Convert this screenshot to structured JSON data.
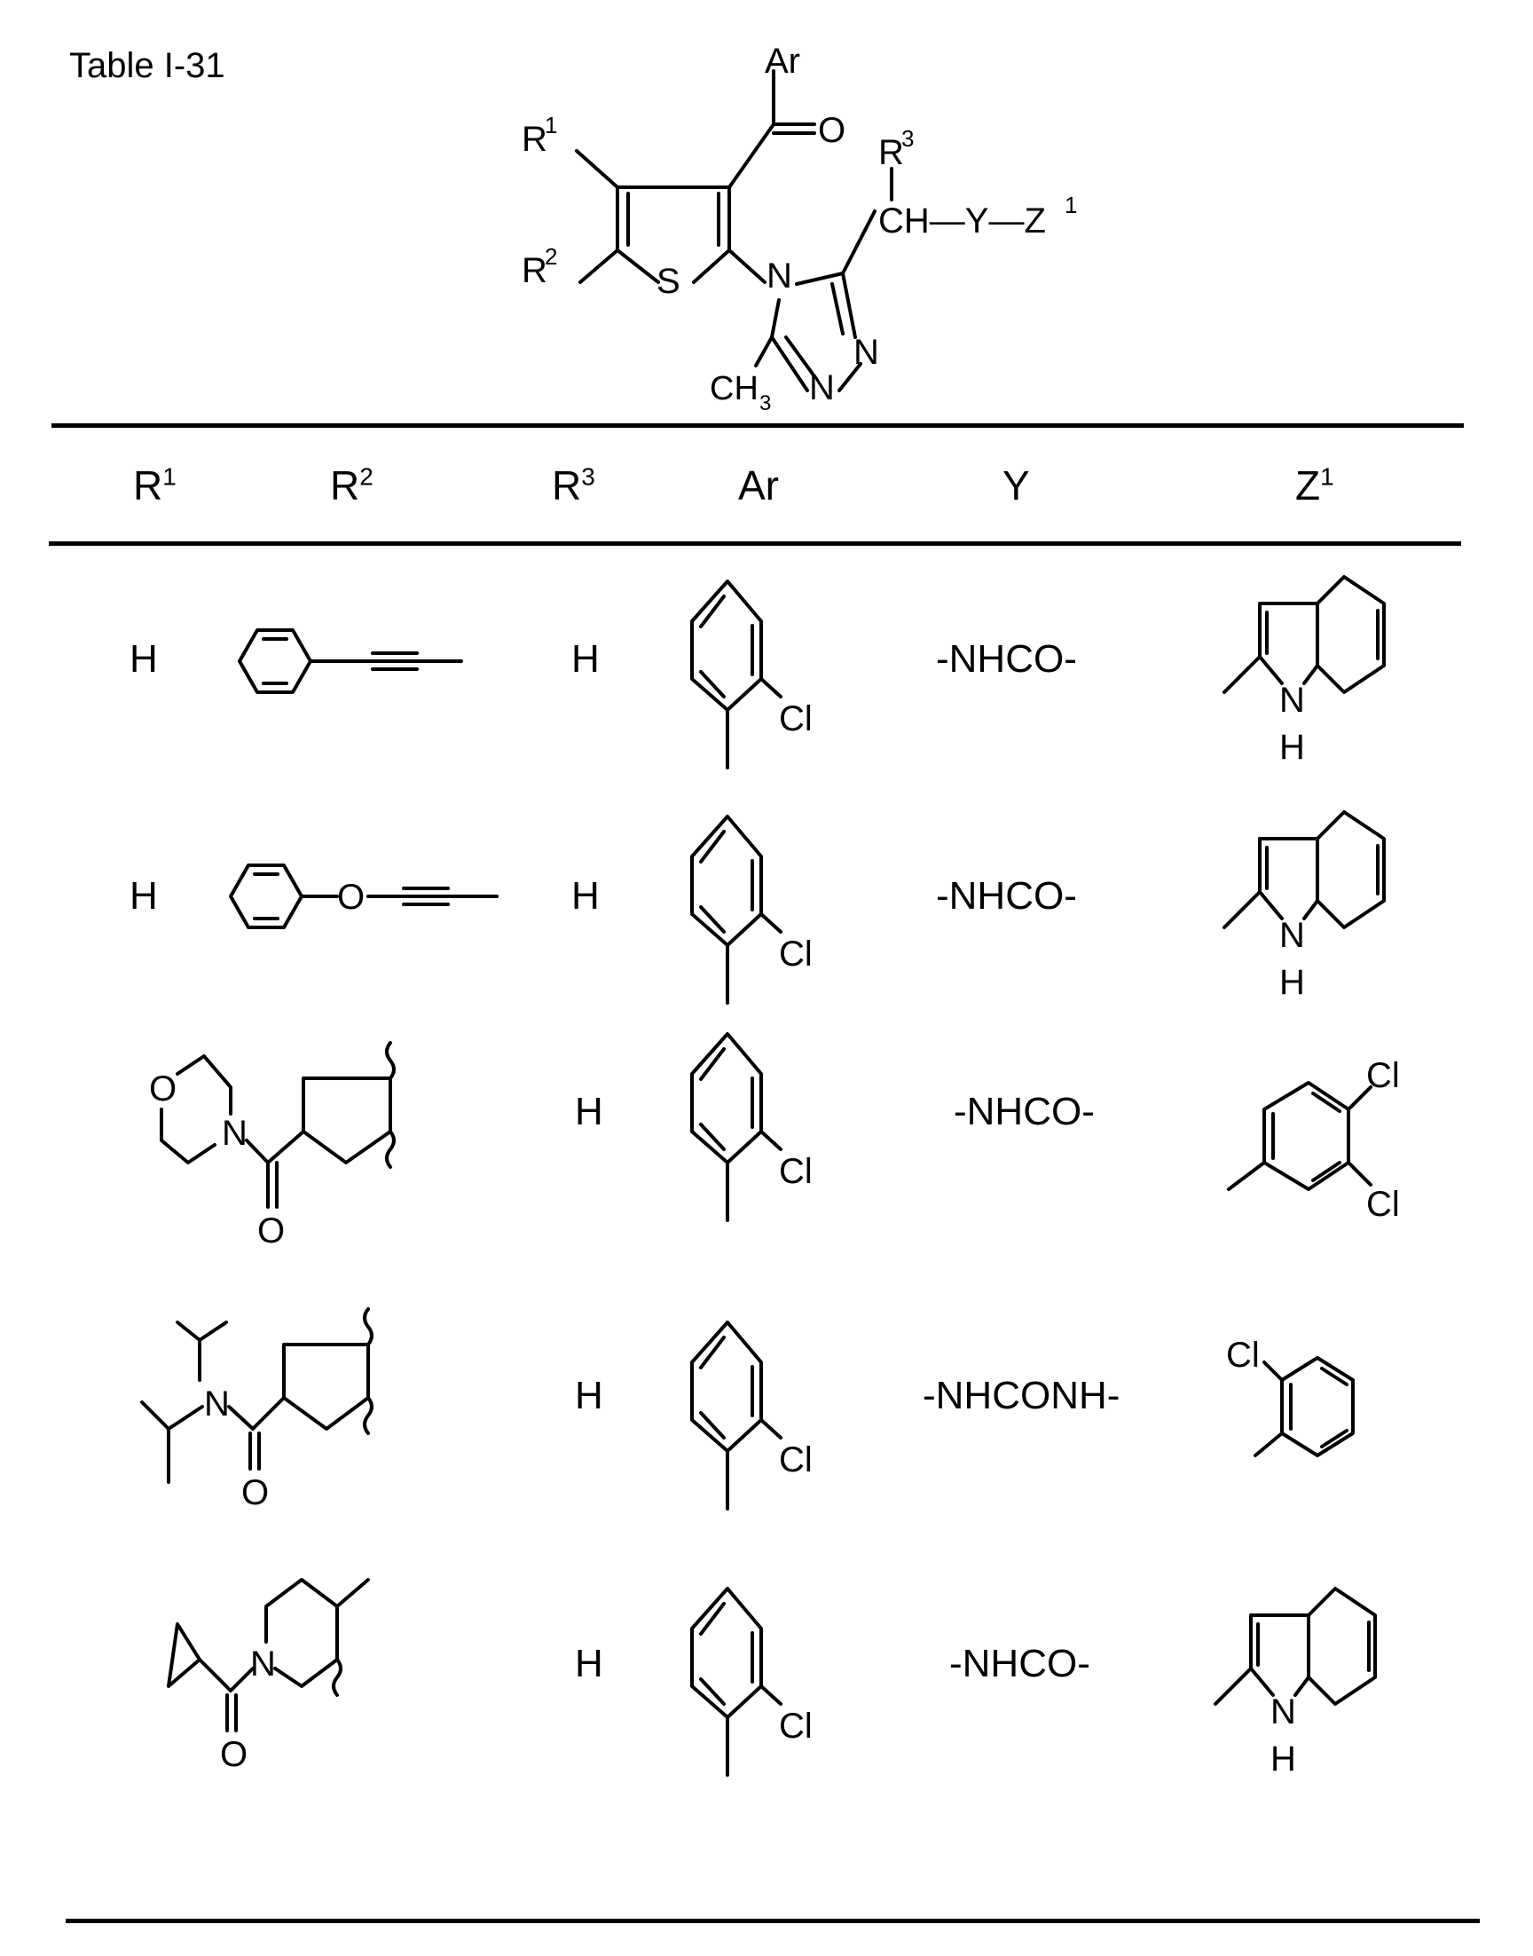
{
  "table_title": "Table I-31",
  "scaffold": {
    "labels": {
      "ar": "Ar",
      "o": "O",
      "r1": "R",
      "r1_sup": "1",
      "r2": "R",
      "r2_sup": "2",
      "r3": "R",
      "r3_sup": "3",
      "s": "S",
      "n1": "N",
      "n2": "N",
      "n3": "N",
      "ch3": "CH",
      "ch3_sub": "3",
      "chain": "CH—Y—Z",
      "chain_sup": "1"
    }
  },
  "columns": [
    {
      "label": "R",
      "sup": "1"
    },
    {
      "label": "R",
      "sup": "2"
    },
    {
      "label": "R",
      "sup": "3"
    },
    {
      "label": "Ar",
      "sup": ""
    },
    {
      "label": "Y",
      "sup": ""
    },
    {
      "label": "Z",
      "sup": "1"
    }
  ],
  "rows": [
    {
      "r1": "H",
      "r2": "phenylethynyl (structure)",
      "r3": "H",
      "ar": "2-chlorophenyl (structure)",
      "y": "-NHCO-",
      "z1": "indol-2-yl (structure)"
    },
    {
      "r1": "H",
      "r2": "phenoxyethynyl (structure)",
      "r3": "H",
      "ar": "2-chlorophenyl (structure)",
      "y": "-NHCO-",
      "z1": "indol-2-yl (structure)"
    },
    {
      "r1": "R1/R2 fused: cyclopentane with morpholine-4-carbonyl (structure)",
      "r2": "",
      "r3": "H",
      "ar": "2-chlorophenyl (structure)",
      "y": "-NHCO-",
      "z1": "3,4-dichlorophenyl (structure)"
    },
    {
      "r1": "R1/R2 fused: cyclopentane with diisopropylcarbamoyl (structure)",
      "r2": "",
      "r3": "H",
      "ar": "2-chlorophenyl (structure)",
      "y": "-NHCONH-",
      "z1": "2-chlorophenyl (structure)"
    },
    {
      "r1": "R1/R2 fused: piperidine with cyclopropanecarbonyl (structure)",
      "r2": "",
      "r3": "H",
      "ar": "2-chlorophenyl (structure)",
      "y": "-NHCO-",
      "z1": "indol-2-yl (structure)"
    }
  ],
  "atom_labels": {
    "cl": "Cl",
    "n": "N",
    "h": "H",
    "o": "O"
  }
}
